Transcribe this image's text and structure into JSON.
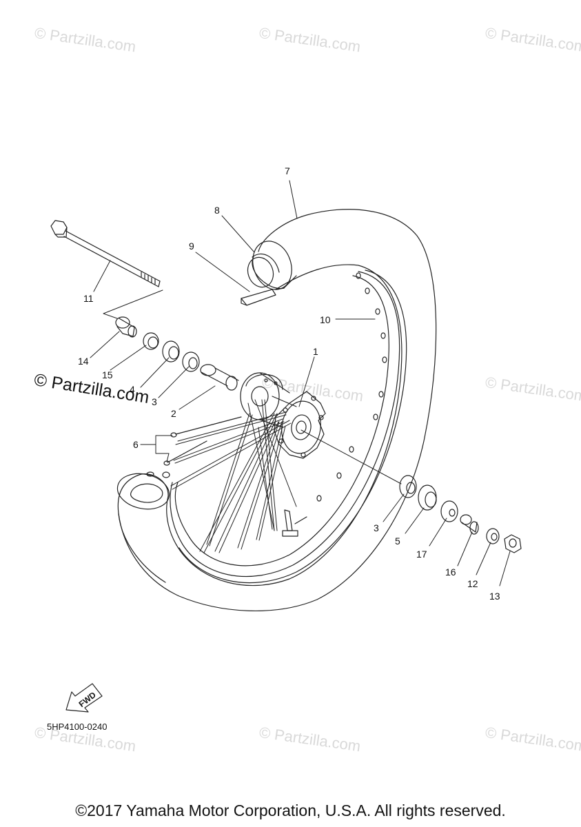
{
  "watermark": "© Partzilla.com",
  "watermark_large": "© Partzilla.com",
  "callouts": {
    "c1": "1",
    "c2": "2",
    "c3a": "3",
    "c3b": "3",
    "c4": "4",
    "c5": "5",
    "c6": "6",
    "c7": "7",
    "c8": "8",
    "c9": "9",
    "c10": "10",
    "c11": "11",
    "c12": "12",
    "c13": "13",
    "c14": "14",
    "c15": "15",
    "c16": "16",
    "c17": "17"
  },
  "fwd_label": "FWD",
  "diagram_code": "5HP4100-0240",
  "copyright": "©2017 Yamaha Motor Corporation, U.S.A. All rights reserved.",
  "colors": {
    "line": "#222222",
    "watermark": "#d9d9d9",
    "background": "#ffffff"
  }
}
